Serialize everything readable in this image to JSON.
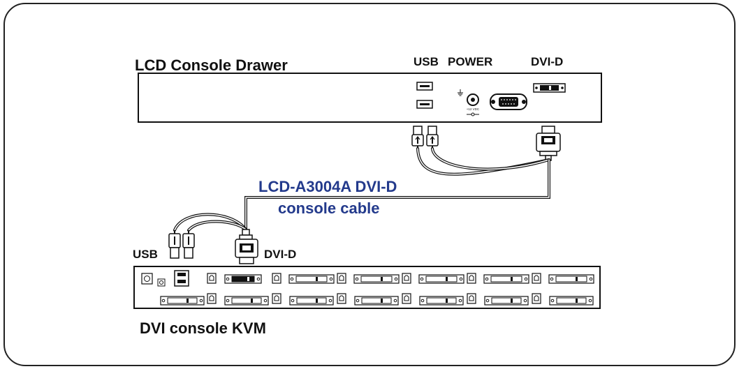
{
  "labels": {
    "lcd_drawer": "LCD Console Drawer",
    "usb_top": "USB",
    "power": "POWER",
    "dvi_top": "DVI-D",
    "power_voltage": "+12 VDC",
    "cable_line1": "LCD-A3004A DVI-D",
    "cable_line2": "console cable",
    "usb_bottom": "USB",
    "dvi_bottom": "DVI-D",
    "kvm": "DVI console KVM"
  },
  "colors": {
    "cable_label": "#233a8c",
    "outline": "#111111",
    "frame": "#222222"
  },
  "icons": {
    "usb_port": "usb-port-icon",
    "power_jack": "power-jack-icon",
    "ground": "ground-symbol-icon",
    "vga_port": "vga-port-icon",
    "dvi_port": "dvi-port-icon",
    "usb_plug": "usb-plug-icon",
    "dvi_plug": "dvi-plug-icon"
  }
}
